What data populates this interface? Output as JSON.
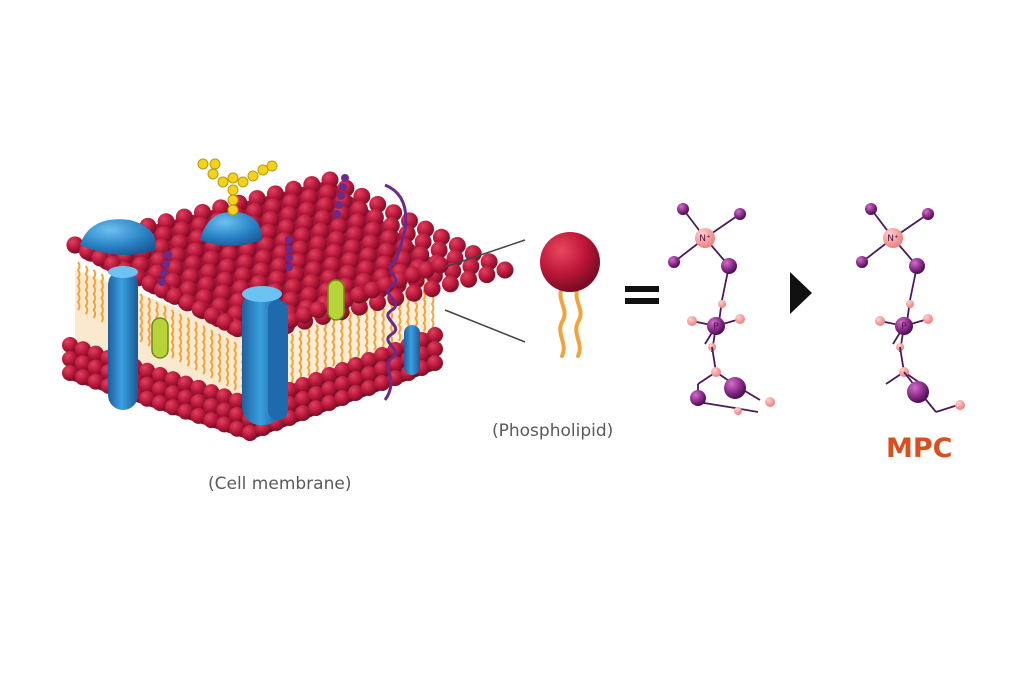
{
  "labels": {
    "cell_membrane": "(Cell membrane)",
    "phospholipid": "(Phospholipid)",
    "mpc": "MPC",
    "nitrogen": "N⁺",
    "phosphorus": "P"
  },
  "symbols": {
    "equals": "=",
    "arrow": "▶"
  },
  "colors": {
    "lipid_head": "#b8173a",
    "lipid_tail": "#f2a33a",
    "protein": "#2b84c6",
    "green_protein": "#b6d43a",
    "chain": "#6a2a8a",
    "sugar": "#f2d21e",
    "atom_dark": "#8a2a8a",
    "atom_pink": "#f6a0a0",
    "mpc_text": "#d94f1e"
  }
}
